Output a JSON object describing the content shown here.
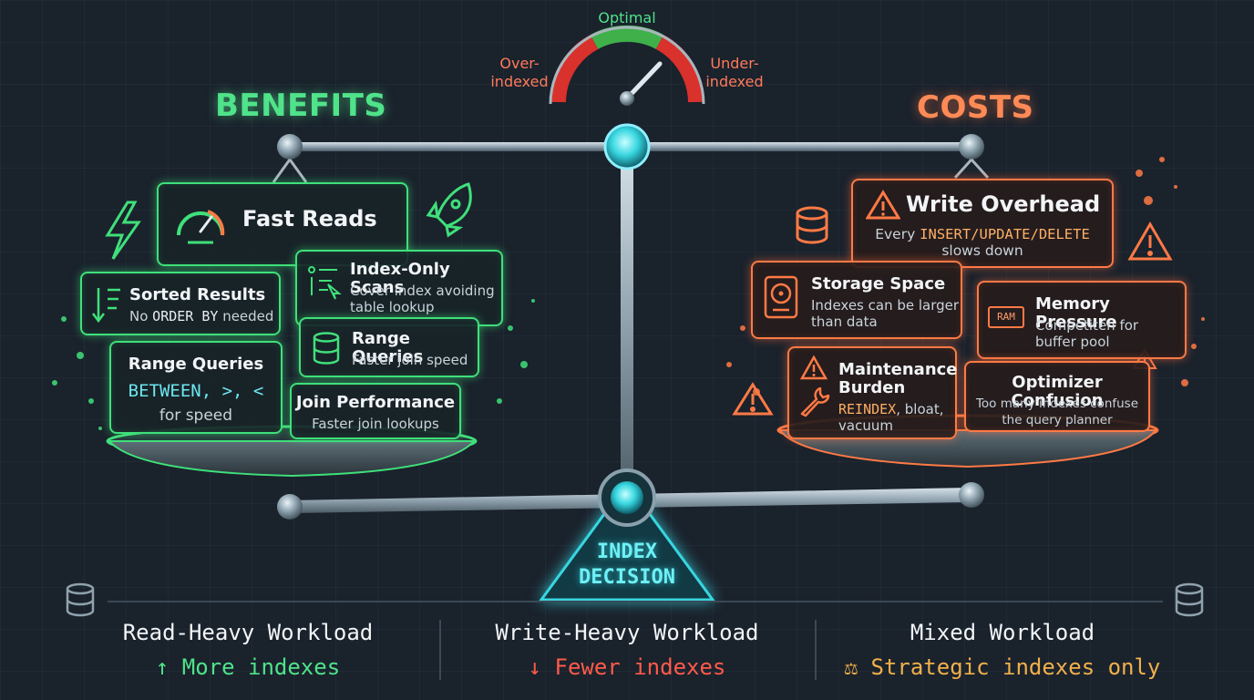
{
  "gauge": {
    "top_label": "Optimal",
    "left_label_1": "Over-",
    "left_label_2": "indexed",
    "right_label_1": "Under-",
    "right_label_2": "indexed"
  },
  "benefits": {
    "heading": "BENEFITS",
    "cards": {
      "fast_reads": {
        "title": "Fast Reads"
      },
      "index_only": {
        "title": "Index-Only Scans",
        "body_1": "Cover index avoiding",
        "body_2": "table lookup"
      },
      "sorted": {
        "title": "Sorted Results",
        "body_prefix": "No ",
        "body_code": "ORDER BY",
        "body_suffix": " needed"
      },
      "range_queries_top": {
        "title": "Range Queries",
        "body": "Faster join speed"
      },
      "range_queries_bottom": {
        "title": "Range Queries",
        "code": "BETWEEN, >, <",
        "body": "for speed"
      },
      "join_performance": {
        "title": "Join Performance",
        "body": "Faster join lookups"
      }
    }
  },
  "costs": {
    "heading": "COSTS",
    "cards": {
      "write_overhead": {
        "title": "Write Overhead",
        "body_prefix": "Every ",
        "body_code": "INSERT/UPDATE/DELETE",
        "body_2": "slows down"
      },
      "storage": {
        "title": "Storage Space",
        "body_1": "Indexes can be larger",
        "body_2": "than data"
      },
      "memory": {
        "title": "Memory Pressure",
        "chip": "RAM",
        "body_1": "Competiten for",
        "body_2": "buffer pool"
      },
      "maintenance": {
        "title_1": "Maintenance",
        "title_2": "Burden",
        "body_code": "REINDEX",
        "body_1_suffix": ", bloat,",
        "body_2": "vacuum"
      },
      "optimizer": {
        "title": "Optimizer Confusion",
        "body_1": "Too many indexes confuse",
        "body_2": "the query planner"
      }
    }
  },
  "fulcrum": {
    "line_1": "INDEX",
    "line_2": "DECISION"
  },
  "workloads": [
    {
      "title": "Read-Heavy Workload",
      "arrow": "↑",
      "sub": "More indexes",
      "color": "#4fe38a"
    },
    {
      "title": "Write-Heavy Workload",
      "arrow": "↓",
      "sub": "Fewer indexes",
      "color": "#ff5a4a"
    },
    {
      "title": "Mixed Workload",
      "arrow": "⚖",
      "sub": "Strategic indexes only",
      "color": "#f2b04a"
    }
  ],
  "colors": {
    "benefit": "#3fe07a",
    "cost": "#ff7a45",
    "fulcrum": "#37d6e0",
    "gauge_green": "#3fb04a",
    "gauge_red": "#d9312c"
  }
}
